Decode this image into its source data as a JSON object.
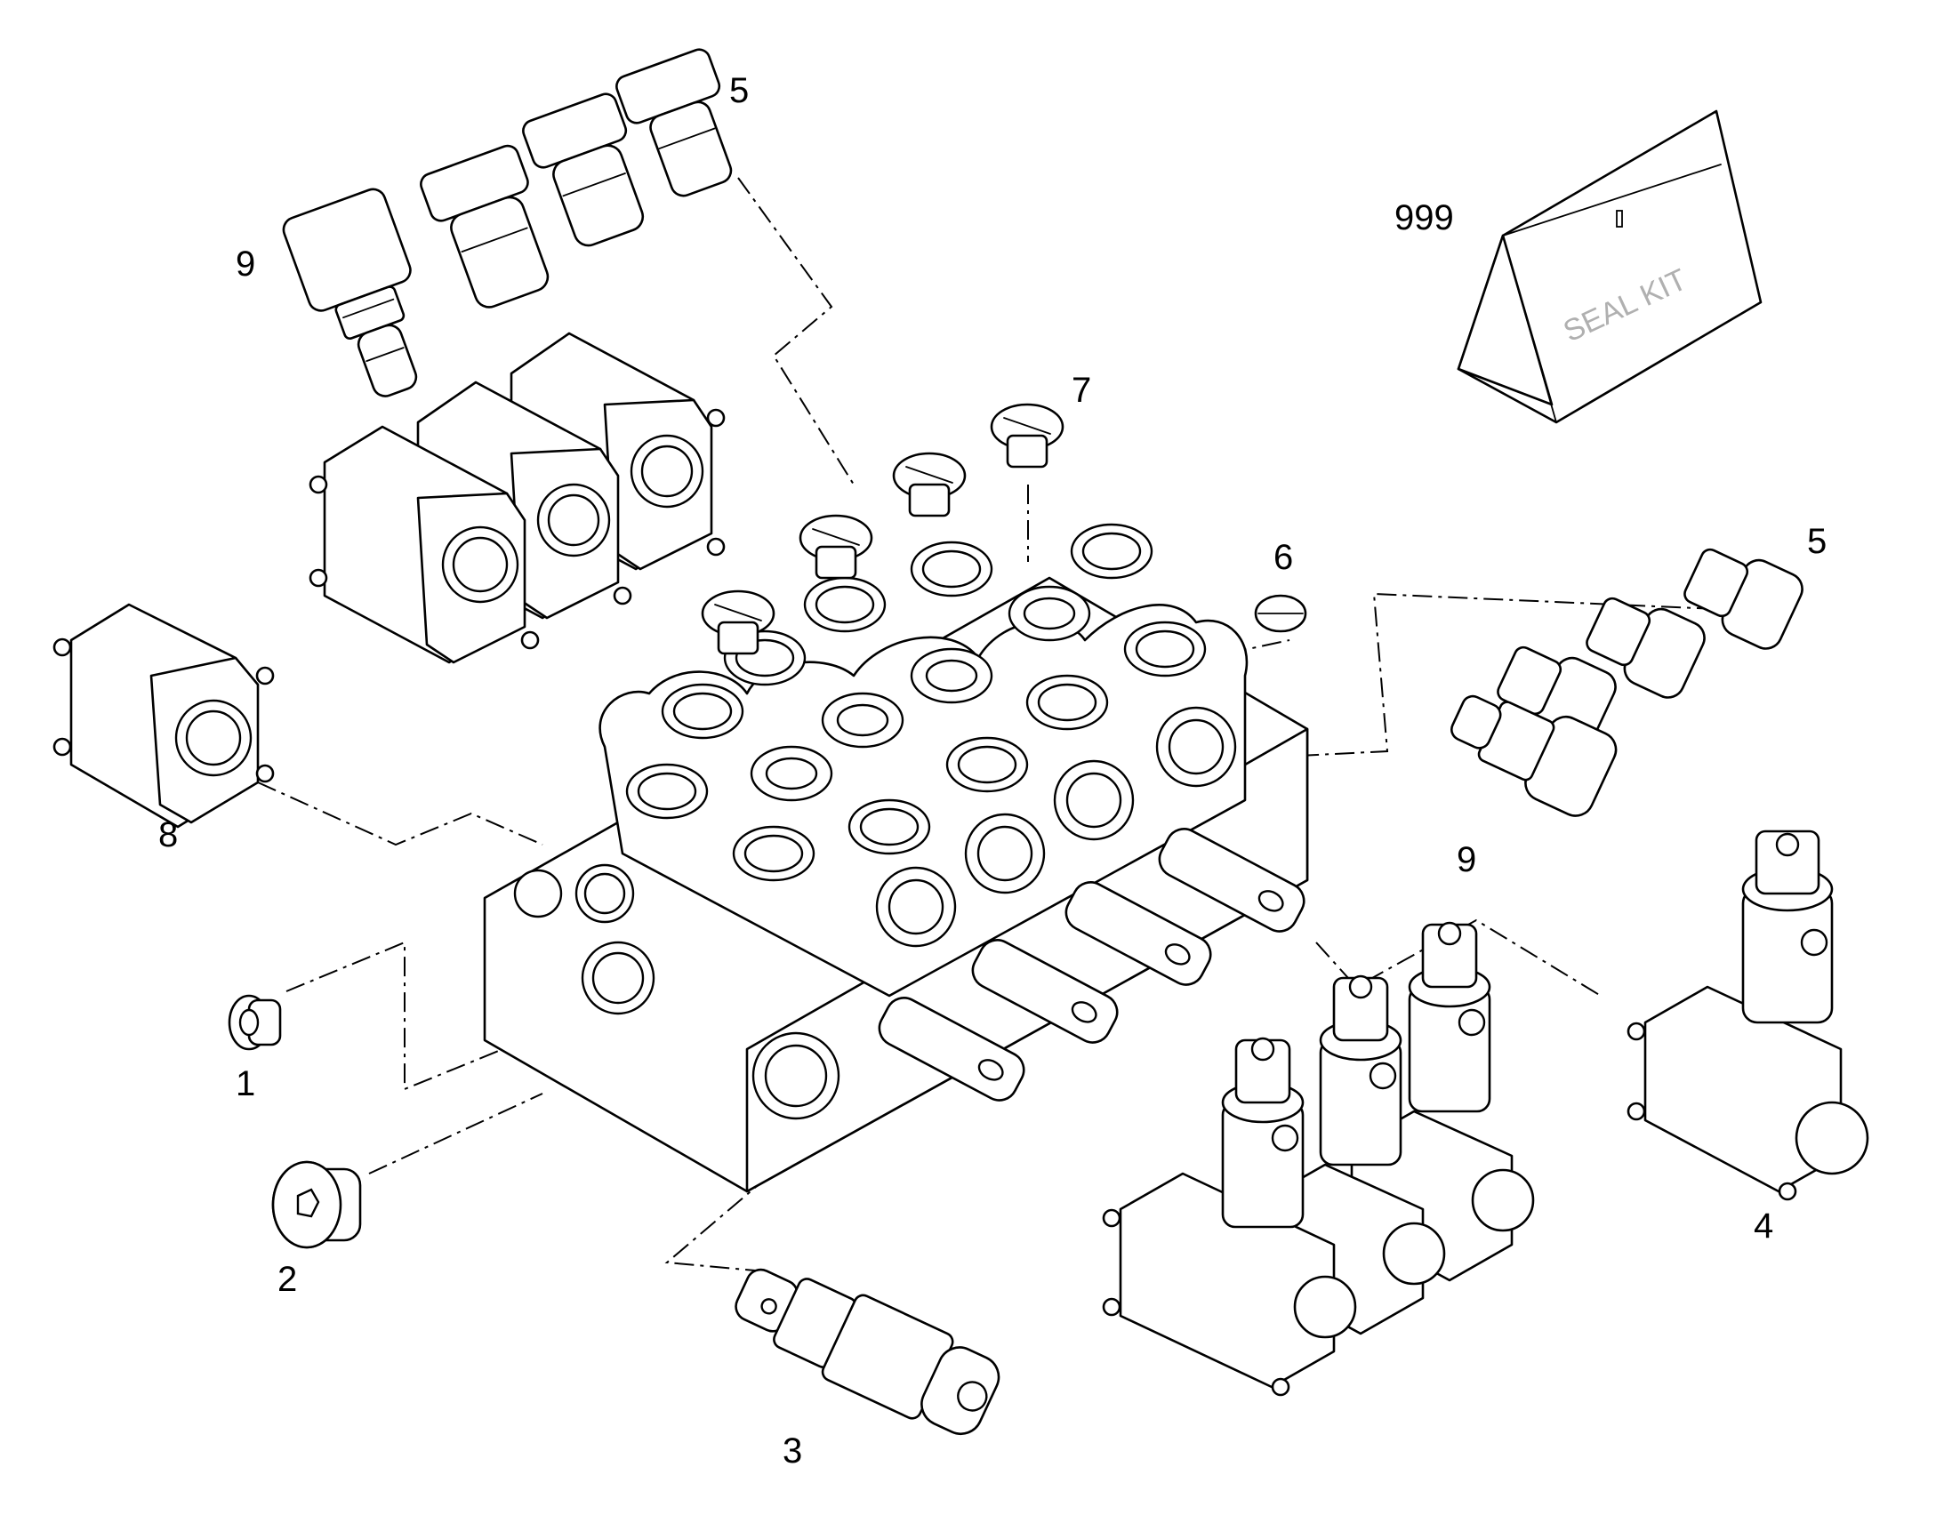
{
  "callouts": {
    "c1": "1",
    "c2": "2",
    "c3": "3",
    "c4": "4",
    "c5a": "5",
    "c5b": "5",
    "c6": "6",
    "c7": "7",
    "c8": "8",
    "c9a": "9",
    "c9b": "9",
    "c999": "999"
  },
  "seal_kit": {
    "label": "SEAL KIT"
  },
  "colors": {
    "line": "#000000",
    "background": "#ffffff",
    "kit_text": "#b0b0b0"
  }
}
